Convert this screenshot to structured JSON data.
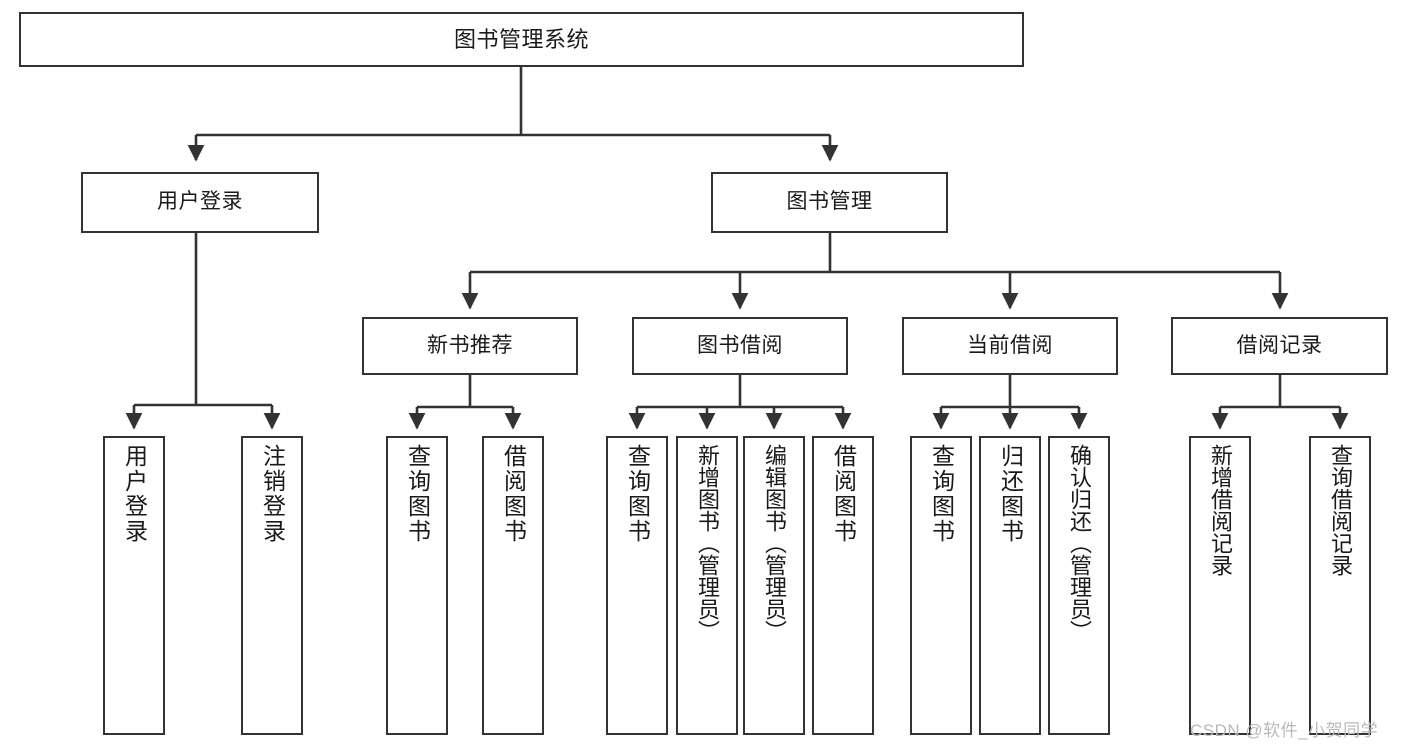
{
  "diagram": {
    "title": "图书管理系统",
    "type": "tree-hierarchy-chart",
    "background_color": "#ffffff",
    "box_border_color": "#333333",
    "edge_color": "#333333",
    "text_color": "#1a1a1a",
    "watermark": "CSDN @软件_小贺同学",
    "watermark_color": "#b9b9b9"
  },
  "nodes": {
    "root": {
      "label": "图书管理系统"
    },
    "level2": [
      {
        "label": "用户登录"
      },
      {
        "label": "图书管理"
      }
    ],
    "level3": [
      {
        "label": "新书推荐"
      },
      {
        "label": "图书借阅"
      },
      {
        "label": "当前借阅"
      },
      {
        "label": "借阅记录"
      }
    ],
    "leaves_user_login": [
      {
        "label": "用户登录"
      },
      {
        "label": "注销登录"
      }
    ],
    "leaves_new_book": [
      {
        "label": "查询图书"
      },
      {
        "label": "借阅图书"
      }
    ],
    "leaves_borrow": [
      {
        "label": "查询图书"
      },
      {
        "label": "新增图书（管理员）"
      },
      {
        "label": "编辑图书（管理员）"
      },
      {
        "label": "借阅图书"
      }
    ],
    "leaves_current": [
      {
        "label": "查询图书"
      },
      {
        "label": "归还图书"
      },
      {
        "label": "确认归还（管理员）"
      }
    ],
    "leaves_record": [
      {
        "label": "新增借阅记录"
      },
      {
        "label": "查询借阅记录"
      }
    ]
  }
}
